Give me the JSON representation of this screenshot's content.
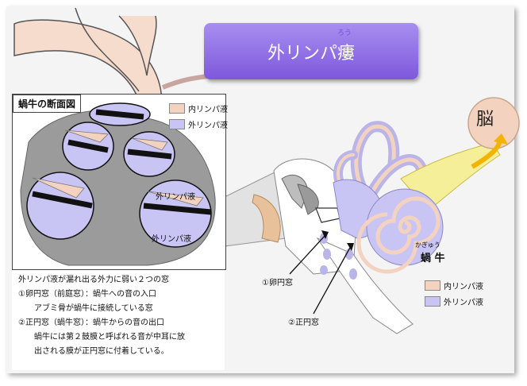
{
  "title": {
    "text": "外リンパ瘻",
    "ruby": "ろう"
  },
  "inset": {
    "label": "蝸牛の断面図",
    "region_labels": [
      "外リンパ液",
      "外リンパ液"
    ]
  },
  "legend": {
    "items": [
      "内リンパ液",
      "外リンパ液"
    ]
  },
  "colors": {
    "perilymph": "#c8c4f4",
    "endolymph": "#f3d3c0",
    "title_bg": "#8e6ee4",
    "arrow": "#f2b400"
  },
  "description": {
    "lines": [
      "外リンパ液が漏れ出る外力に弱い２つの窓",
      "①卵円窓（前庭窓）：蝸牛への音の入口",
      "アブミ骨が蝸牛に接続している窓",
      "②正円窓（蝸牛窓）：蝸牛からの音の出口",
      "蝸牛には第２鼓膜と呼ばれる音が中耳に放",
      "出される膜が正円窓に付着している。"
    ]
  },
  "labels": {
    "oval_window": "①卵円窓",
    "round_window": "②正円窓",
    "brain": "脳",
    "cochlea": "蝸 牛",
    "cochlea_ruby": "かぎゅう"
  }
}
